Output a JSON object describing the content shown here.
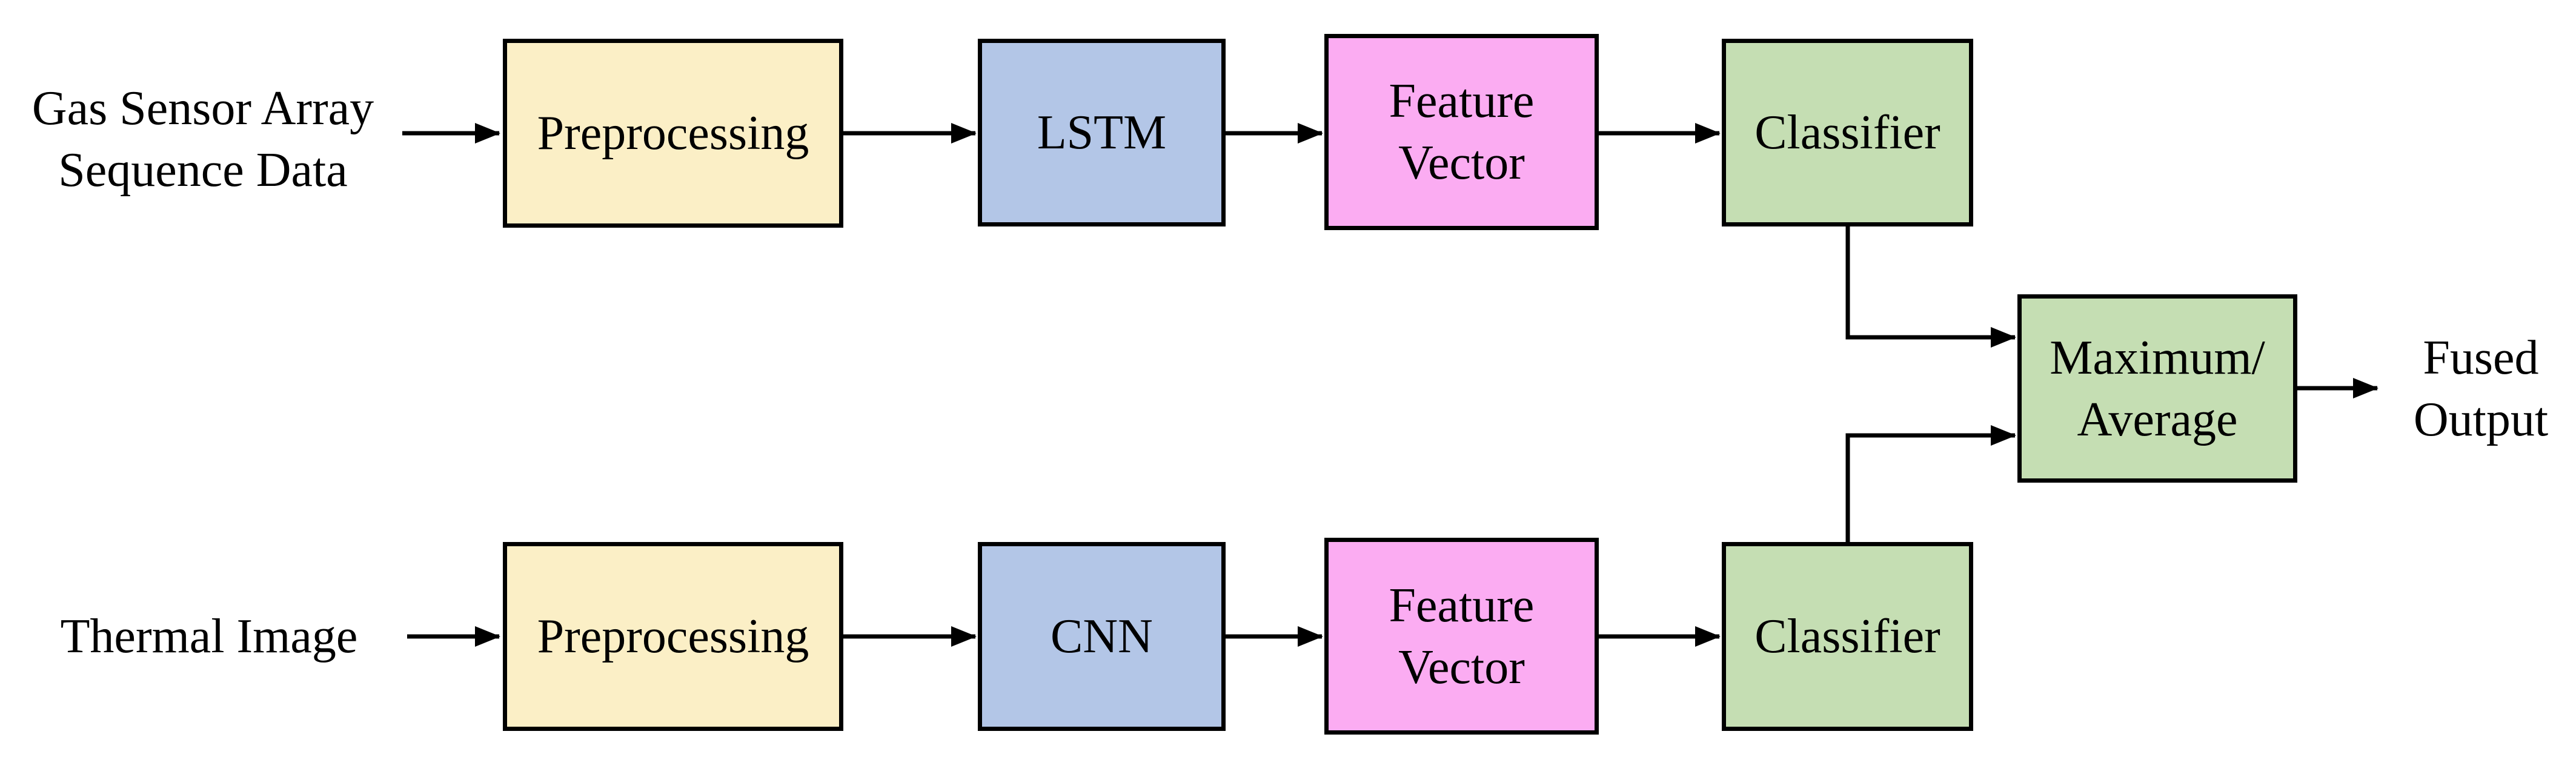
{
  "colors": {
    "yellow": "#FBEFC6",
    "blue": "#B3C6E7",
    "pink": "#FBACF2",
    "green": "#C5DEB3",
    "line": "#000000",
    "text": "#000000",
    "background": "#FFFFFF"
  },
  "nodes": {
    "input_top": {
      "line1": "Gas Sensor Array",
      "line2": "Sequence Data"
    },
    "preprocessing_top": {
      "label": "Preprocessing"
    },
    "lstm": {
      "label": "LSTM"
    },
    "feature_vector_top": {
      "line1": "Feature",
      "line2": "Vector"
    },
    "classifier_top": {
      "label": "Classifier"
    },
    "input_bottom": {
      "label": "Thermal Image"
    },
    "preprocessing_bottom": {
      "label": "Preprocessing"
    },
    "cnn": {
      "label": "CNN"
    },
    "feature_vector_bottom": {
      "line1": "Feature",
      "line2": "Vector"
    },
    "classifier_bottom": {
      "label": "Classifier"
    },
    "fusion": {
      "line1": "Maximum/",
      "line2": "Average"
    },
    "output": {
      "line1": "Fused",
      "line2": "Output"
    }
  }
}
